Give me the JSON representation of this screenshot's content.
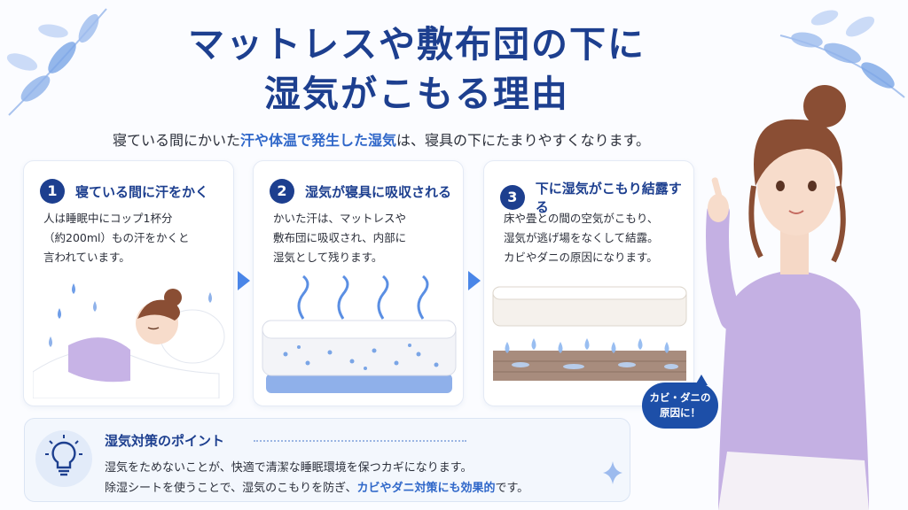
{
  "title": {
    "line1": "マットレスや敷布団の下に",
    "line2": "湿気がこもる理由"
  },
  "subtitle": {
    "before": "寝ている間にかいた",
    "highlight": "汗や体温で発生した湿気",
    "after": "は、寝具の下にたまりやすくなります。"
  },
  "steps": [
    {
      "num": "1",
      "title": "寝ている間に汗をかく",
      "lines": [
        "人は睡眠中にコップ1杯分",
        "（約200ml）もの汗をかくと",
        "言われています。"
      ]
    },
    {
      "num": "2",
      "title": "湿気が寝具に吸収される",
      "lines": [
        "かいた汗は、マットレスや",
        "敷布団に吸収され、内部に",
        "湿気として残ります。"
      ]
    },
    {
      "num": "3",
      "title": "下に湿気がこもり結露する",
      "lines": [
        "床や畳との間の空気がこもり、",
        "湿気が逃げ場をなくして結露。",
        "カビやダニの原因になります。"
      ]
    }
  ],
  "tips": {
    "title": "湿気対策のポイント",
    "line1": "湿気をためないことが、快適で清潔な睡眠環境を保つカギになります。",
    "line2_before": "除湿シートを使うことで、湿気のこもりを防ぎ、",
    "line2_highlight": "カビやダニ対策にも効果的",
    "line2_after": "です。"
  },
  "bubble": {
    "line1": "カビ・ダニの",
    "line2": "原因に！"
  },
  "colors": {
    "navy": "#1d3f8f",
    "accent_blue": "#2f67c9",
    "arrow_blue": "#4a86e8",
    "lavender": "#b9a3dc"
  }
}
